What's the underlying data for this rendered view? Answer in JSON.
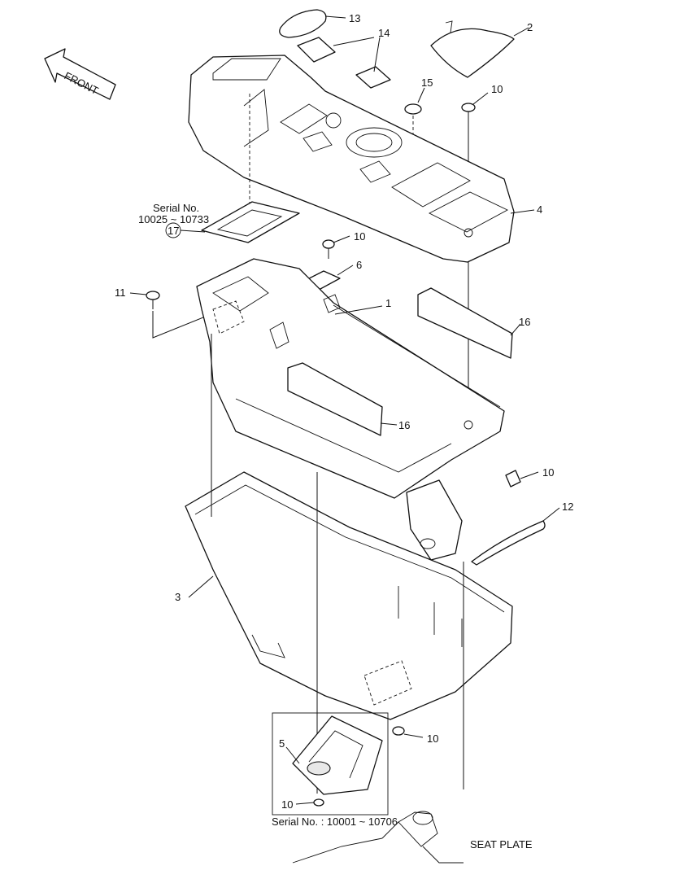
{
  "callouts": {
    "c13": "13",
    "c14": "14",
    "c2": "2",
    "c15": "15",
    "c10_top": "10",
    "c4": "4",
    "c10_bracket": "10",
    "c6": "6",
    "c11": "11",
    "c1": "1",
    "c16_right": "16",
    "c16_center": "16",
    "c10_side": "10",
    "c12": "12",
    "c3": "3",
    "c10_lower": "10",
    "c5": "5",
    "c10_inset": "10",
    "c17": "17"
  },
  "front_label": "FRONT",
  "serial_upper": {
    "line1": "Serial No.",
    "line2": "10025 ~ 10733"
  },
  "serial_lower": "Serial No. : 10001 ~ 10706",
  "seat_plate_label": "SEAT PLATE"
}
